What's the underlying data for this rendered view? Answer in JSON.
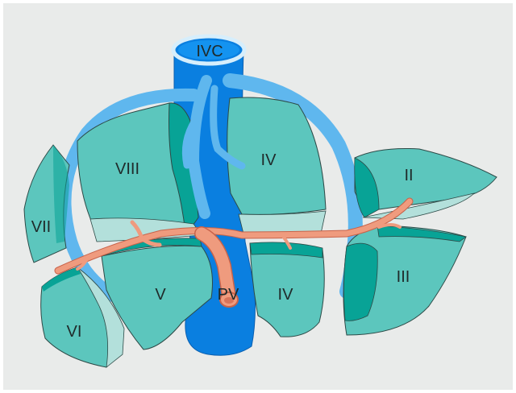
{
  "labels": {
    "ivc": "IVC",
    "pv": "PV",
    "seg_ii": "II",
    "seg_iii": "III",
    "seg_iv_upper": "IV",
    "seg_iv_lower": "IV",
    "seg_v": "V",
    "seg_vi": "VI",
    "seg_vii": "VII",
    "seg_viii": "VIII"
  },
  "colors": {
    "background": "#e9ebea",
    "segment_face": "#5cc6bd",
    "segment_dark": "#08a396",
    "segment_light": "#b3e0db",
    "outline": "#2d4a47",
    "vein_dark": "#0a7fe0",
    "vein_light": "#5fb7ee",
    "portal_vein": "#ef9b7e",
    "portal_outline": "#c8634a"
  }
}
